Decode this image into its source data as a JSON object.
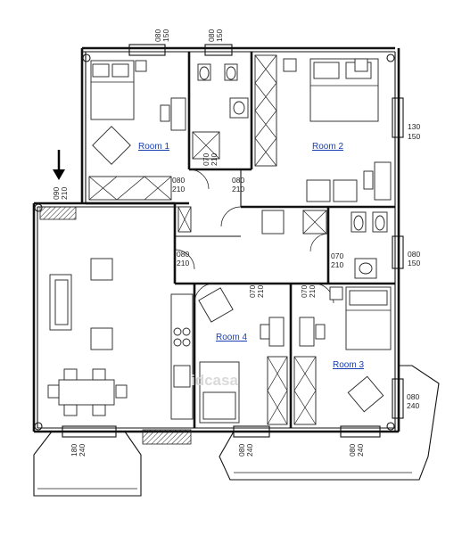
{
  "rooms": [
    {
      "label": "Room 1"
    },
    {
      "label": "Room 2"
    },
    {
      "label": "Room 3"
    },
    {
      "label": "Room 4"
    }
  ],
  "dimensions": {
    "top_left_window": [
      "080",
      "150"
    ],
    "top_bath_window": [
      "080",
      "150"
    ],
    "right_room2_window": [
      "130",
      "150"
    ],
    "entrance": [
      "090",
      "210"
    ],
    "room1_door": [
      "080",
      "210"
    ],
    "bath1_door": [
      "070",
      "210"
    ],
    "hall_door": [
      "080",
      "210"
    ],
    "right_bath_window": [
      "080",
      "150"
    ],
    "living_door": [
      "080",
      "210"
    ],
    "bath2_door": [
      "070",
      "210"
    ],
    "room4_door": [
      "070",
      "210"
    ],
    "room3_door": [
      "070",
      "210"
    ],
    "bay_window": [
      "080",
      "240"
    ],
    "bottom_left_window": [
      "180",
      "240"
    ],
    "bottom_mid_window": [
      "080",
      "240"
    ],
    "bottom_right_window": [
      "080",
      "240"
    ]
  },
  "watermark": {
    "text": "idcasa"
  },
  "icons": {
    "entrance_arrow": "down-arrow-icon"
  }
}
